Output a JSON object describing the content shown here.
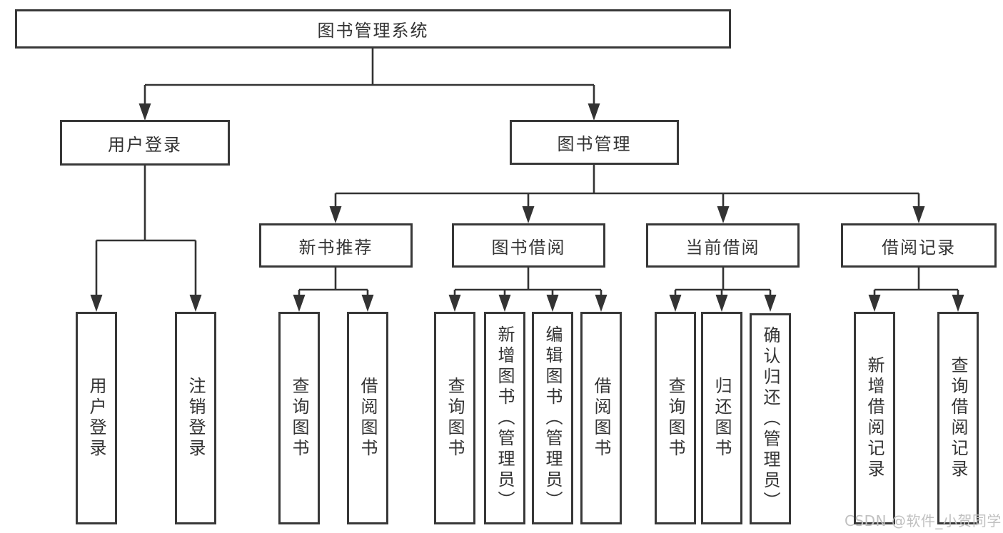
{
  "tree": {
    "root": {
      "label": "图书管理系统"
    },
    "level2": [
      {
        "label": "用户登录"
      },
      {
        "label": "图书管理"
      }
    ],
    "level3": [
      {
        "label": "新书推荐"
      },
      {
        "label": "图书借阅"
      },
      {
        "label": "当前借阅"
      },
      {
        "label": "借阅记录"
      }
    ],
    "leaves": {
      "user": [
        "用户登录",
        "注销登录"
      ],
      "new_books": [
        "查询图书",
        "借阅图书"
      ],
      "borrow": [
        "查询图书",
        "新增图书（管理员）",
        "编辑图书（管理员）",
        "借阅图书"
      ],
      "current": [
        "查询图书",
        "归还图书",
        "确认归还（管理员）"
      ],
      "records": [
        "新增借阅记录",
        "查询借阅记录"
      ]
    }
  },
  "watermark": {
    "text": "CSDN @软件_小贺同学",
    "color": "#c0c0c0"
  },
  "colors": {
    "line": "#333333",
    "box_border": "#383838",
    "box_bg": "#ffffff",
    "text": "#333333"
  }
}
